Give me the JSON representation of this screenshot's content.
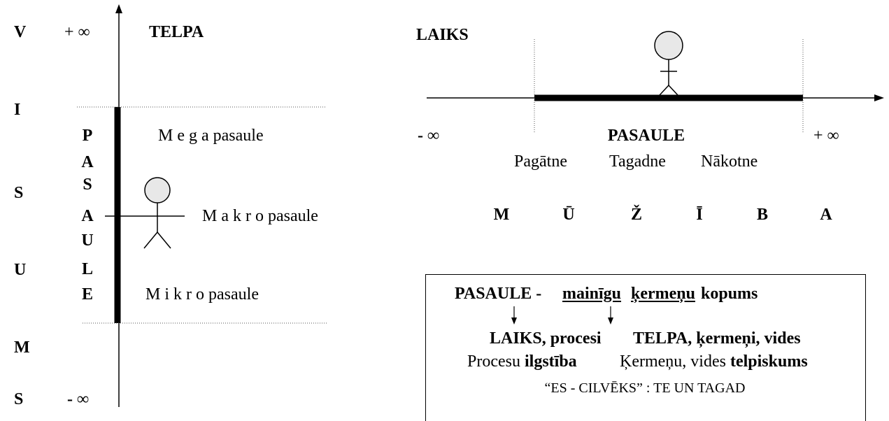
{
  "left": {
    "vertical_word": [
      "V",
      "I",
      "S",
      "U",
      "M",
      "S"
    ],
    "plus_inf": "+ ∞",
    "minus_inf": "- ∞",
    "title": "TELPA",
    "pasaule_letters": [
      "P",
      "A",
      "S",
      "A",
      "U",
      "L",
      "E"
    ],
    "mega": "M e g a pasaule",
    "makro": "M a k r o pasaule",
    "mikro": "M i k r o pasaule"
  },
  "right": {
    "title": "LAIKS",
    "minus_inf": "- ∞",
    "plus_inf": "+ ∞",
    "pasaule": "PASAULE",
    "tenses": [
      "Pagātne",
      "Tagadne",
      "Nākotne"
    ],
    "muziba_letters": [
      "M",
      "Ū",
      "Ž",
      "Ī",
      "B",
      "A"
    ]
  },
  "box": {
    "heading_prefix": "PASAULE  -",
    "word1": "mainīgu",
    "word2": "ķermeņu",
    "word3": "kopums",
    "line1_a": "LAIKS, procesi",
    "line1_b": "TELPA, ķermeņi, vides",
    "line2_a": "Procesu ",
    "line2_a_bold": "ilgstība",
    "line2_b": "Ķermeņu, vides ",
    "line2_b_bold": "telpiskums",
    "line3": "“ES - CILVĒKS” : TE  UN  TAGAD"
  }
}
